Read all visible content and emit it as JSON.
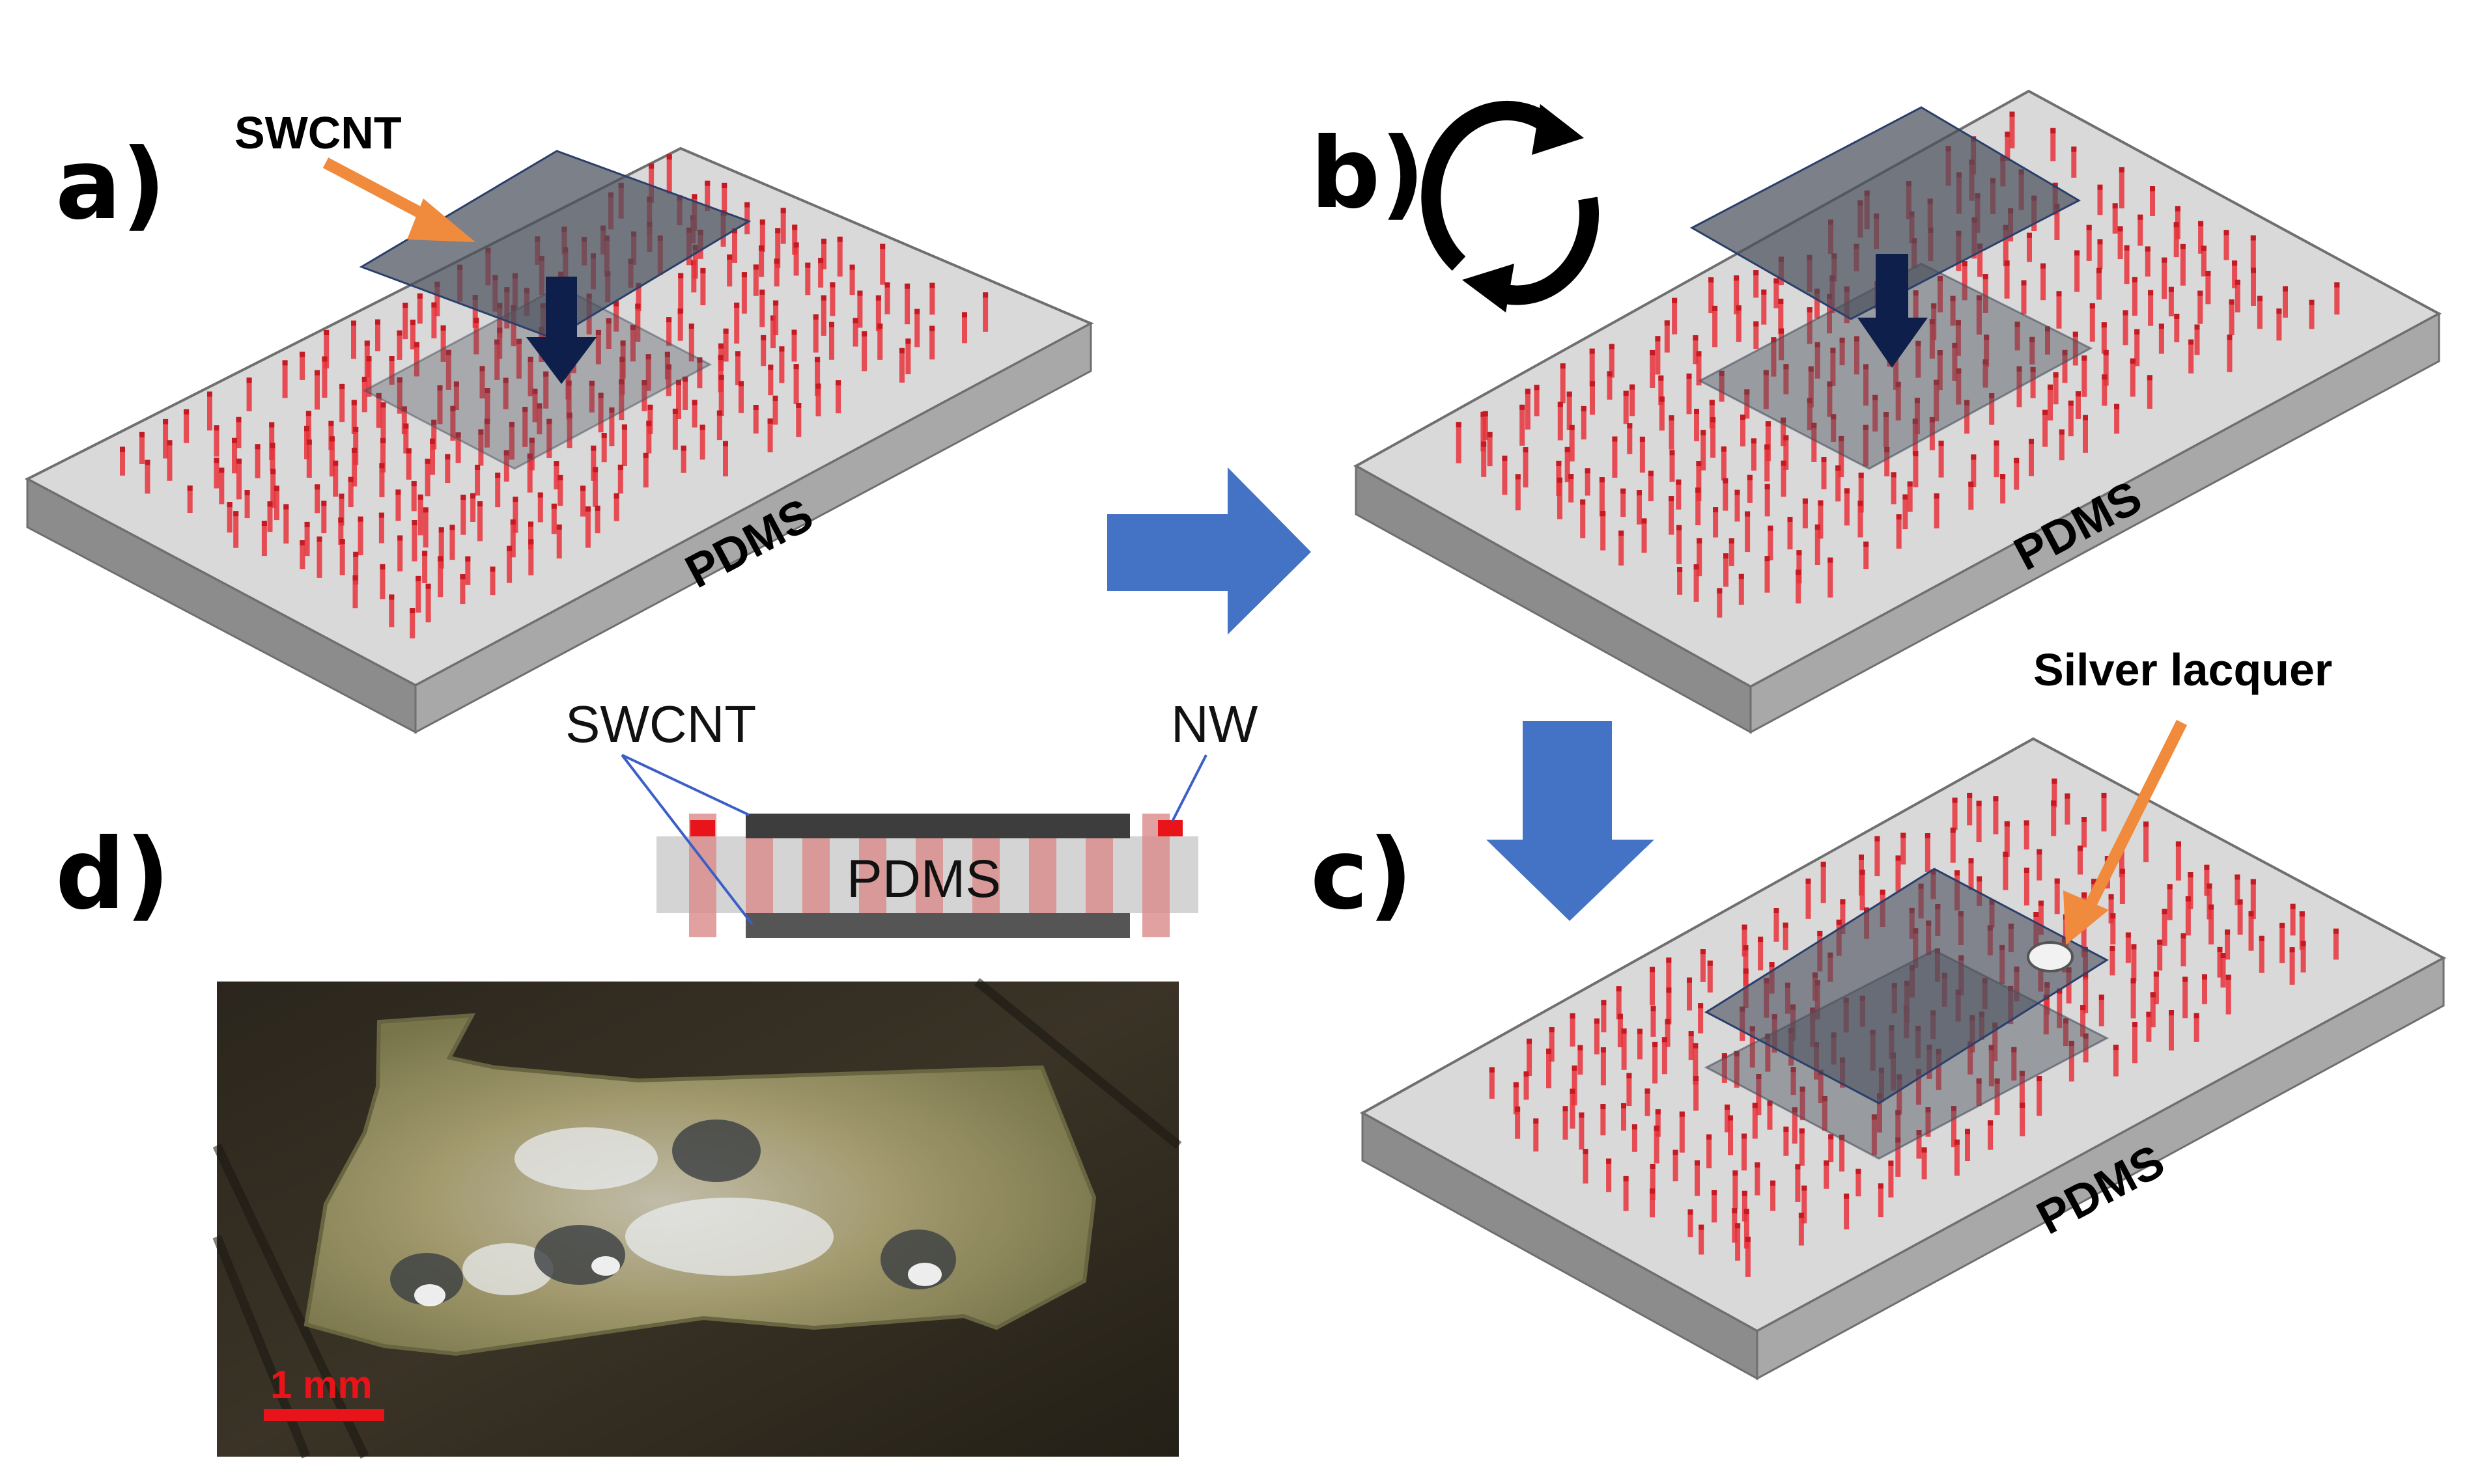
{
  "panels": {
    "a": {
      "label": "a)",
      "substrate_label": "PDMS",
      "callout_label": "SWCNT"
    },
    "b": {
      "label": "b)",
      "substrate_label": "PDMS"
    },
    "c": {
      "label": "c)",
      "substrate_label": "PDMS",
      "callout_label": "Silver lacquer"
    },
    "d": {
      "label": "d)",
      "scale_bar_label": "1 mm"
    }
  },
  "cross_section": {
    "left_label": "SWCNT",
    "right_label": "NW",
    "body_label": "PDMS"
  },
  "icons": {
    "rotate": "rotate-cycle-icon",
    "flow_right": "arrow-right-icon",
    "flow_down": "arrow-down-icon"
  },
  "colors": {
    "nanowire": "#e8323c",
    "swcnt_film": "#4a4f5c",
    "pdms_top": "#d9d9d9",
    "pdms_side": "#8c8c8c",
    "flow_arrow": "#4472c4",
    "callout_arrow": "#f08a3c",
    "press_arrow": "#0d1f4a",
    "scale_bar": "#e8141a"
  }
}
